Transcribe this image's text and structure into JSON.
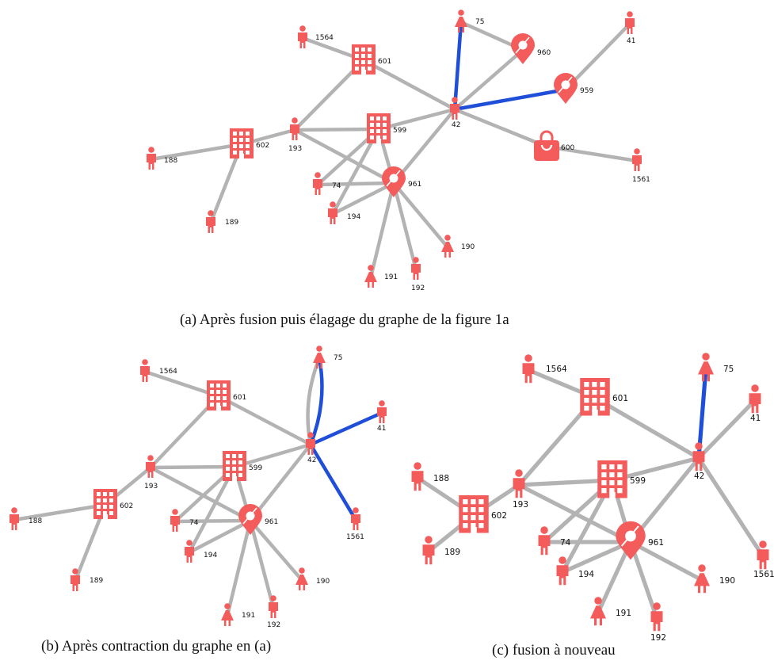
{
  "colors": {
    "node": "#f45c5c",
    "edge": "#b3b3b3",
    "highlight": "#1f4fd8"
  },
  "captions": {
    "a": "(a) Après fusion puis élagage du graphe de la figure 1a",
    "b": "(b) Après contraction du graphe en (a)",
    "c": "(c) fusion à nouveau"
  },
  "graphs": {
    "a": {
      "nodes": [
        {
          "id": "1564",
          "type": "person"
        },
        {
          "id": "601",
          "type": "building"
        },
        {
          "id": "75",
          "type": "person-female"
        },
        {
          "id": "960",
          "type": "pin"
        },
        {
          "id": "41",
          "type": "person"
        },
        {
          "id": "959",
          "type": "pin"
        },
        {
          "id": "42",
          "type": "person"
        },
        {
          "id": "193",
          "type": "person"
        },
        {
          "id": "599",
          "type": "building"
        },
        {
          "id": "602",
          "type": "building"
        },
        {
          "id": "188",
          "type": "person"
        },
        {
          "id": "600",
          "type": "bag"
        },
        {
          "id": "1561",
          "type": "person"
        },
        {
          "id": "74",
          "type": "person"
        },
        {
          "id": "961",
          "type": "pin"
        },
        {
          "id": "194",
          "type": "person"
        },
        {
          "id": "189",
          "type": "person"
        },
        {
          "id": "190",
          "type": "person-female"
        },
        {
          "id": "191",
          "type": "person-female"
        },
        {
          "id": "192",
          "type": "person"
        }
      ],
      "edges": [
        [
          "1564",
          "601",
          0
        ],
        [
          "601",
          "42",
          0
        ],
        [
          "601",
          "193",
          0
        ],
        [
          "75",
          "42",
          1
        ],
        [
          "75",
          "960",
          0
        ],
        [
          "960",
          "42",
          0
        ],
        [
          "41",
          "959",
          0
        ],
        [
          "959",
          "42",
          1
        ],
        [
          "42",
          "599",
          0
        ],
        [
          "42",
          "961",
          0
        ],
        [
          "42",
          "600",
          0
        ],
        [
          "600",
          "1561",
          0
        ],
        [
          "193",
          "599",
          0
        ],
        [
          "193",
          "602",
          0
        ],
        [
          "193",
          "961",
          0
        ],
        [
          "602",
          "188",
          0
        ],
        [
          "602",
          "189",
          0
        ],
        [
          "599",
          "74",
          0
        ],
        [
          "599",
          "194",
          0
        ],
        [
          "599",
          "961",
          0
        ],
        [
          "74",
          "961",
          0
        ],
        [
          "194",
          "961",
          0
        ],
        [
          "961",
          "190",
          0
        ],
        [
          "961",
          "191",
          0
        ],
        [
          "961",
          "192",
          0
        ]
      ]
    },
    "b": {
      "nodes": [
        {
          "id": "1564",
          "type": "person"
        },
        {
          "id": "601",
          "type": "building"
        },
        {
          "id": "75",
          "type": "person-female"
        },
        {
          "id": "41",
          "type": "person"
        },
        {
          "id": "42",
          "type": "person"
        },
        {
          "id": "193",
          "type": "person"
        },
        {
          "id": "599",
          "type": "building"
        },
        {
          "id": "602",
          "type": "building"
        },
        {
          "id": "188",
          "type": "person"
        },
        {
          "id": "1561",
          "type": "person"
        },
        {
          "id": "74",
          "type": "person"
        },
        {
          "id": "961",
          "type": "pin"
        },
        {
          "id": "194",
          "type": "person"
        },
        {
          "id": "189",
          "type": "person"
        },
        {
          "id": "190",
          "type": "person-female"
        },
        {
          "id": "191",
          "type": "person-female"
        },
        {
          "id": "192",
          "type": "person"
        }
      ],
      "edges": [
        [
          "1564",
          "601",
          0
        ],
        [
          "601",
          "42",
          0
        ],
        [
          "601",
          "193",
          0
        ],
        [
          "42",
          "41",
          1
        ],
        [
          "42",
          "1561",
          1
        ],
        [
          "42",
          "599",
          0
        ],
        [
          "42",
          "961",
          0
        ],
        [
          "193",
          "599",
          0
        ],
        [
          "193",
          "602",
          0
        ],
        [
          "193",
          "961",
          0
        ],
        [
          "602",
          "188",
          0
        ],
        [
          "602",
          "189",
          0
        ],
        [
          "599",
          "74",
          0
        ],
        [
          "599",
          "194",
          0
        ],
        [
          "599",
          "961",
          0
        ],
        [
          "74",
          "961",
          0
        ],
        [
          "194",
          "961",
          0
        ],
        [
          "961",
          "190",
          0
        ],
        [
          "961",
          "191",
          0
        ],
        [
          "961",
          "192",
          0
        ]
      ],
      "curves": [
        [
          "42",
          "75",
          0
        ],
        [
          "42",
          "75",
          1
        ]
      ]
    },
    "c": {
      "nodes": [
        {
          "id": "1564",
          "type": "person"
        },
        {
          "id": "601",
          "type": "building"
        },
        {
          "id": "75",
          "type": "person-female"
        },
        {
          "id": "41",
          "type": "person"
        },
        {
          "id": "42",
          "type": "person"
        },
        {
          "id": "188",
          "type": "person"
        },
        {
          "id": "193",
          "type": "person"
        },
        {
          "id": "599",
          "type": "building"
        },
        {
          "id": "602",
          "type": "building"
        },
        {
          "id": "189",
          "type": "person"
        },
        {
          "id": "74",
          "type": "person"
        },
        {
          "id": "961",
          "type": "pin"
        },
        {
          "id": "194",
          "type": "person"
        },
        {
          "id": "1561",
          "type": "person"
        },
        {
          "id": "190",
          "type": "person-female"
        },
        {
          "id": "191",
          "type": "person-female"
        },
        {
          "id": "192",
          "type": "person"
        }
      ],
      "edges": [
        [
          "1564",
          "601",
          0
        ],
        [
          "601",
          "42",
          0
        ],
        [
          "601",
          "193",
          0
        ],
        [
          "75",
          "42",
          1
        ],
        [
          "41",
          "42",
          0
        ],
        [
          "42",
          "599",
          0
        ],
        [
          "42",
          "961",
          0
        ],
        [
          "42",
          "1561",
          0
        ],
        [
          "188",
          "602",
          0
        ],
        [
          "189",
          "602",
          0
        ],
        [
          "193",
          "602",
          0
        ],
        [
          "193",
          "599",
          0
        ],
        [
          "193",
          "961",
          0
        ],
        [
          "599",
          "74",
          0
        ],
        [
          "599",
          "194",
          0
        ],
        [
          "599",
          "961",
          0
        ],
        [
          "74",
          "961",
          0
        ],
        [
          "194",
          "961",
          0
        ],
        [
          "961",
          "190",
          0
        ],
        [
          "961",
          "191",
          0
        ],
        [
          "961",
          "192",
          0
        ]
      ]
    }
  }
}
